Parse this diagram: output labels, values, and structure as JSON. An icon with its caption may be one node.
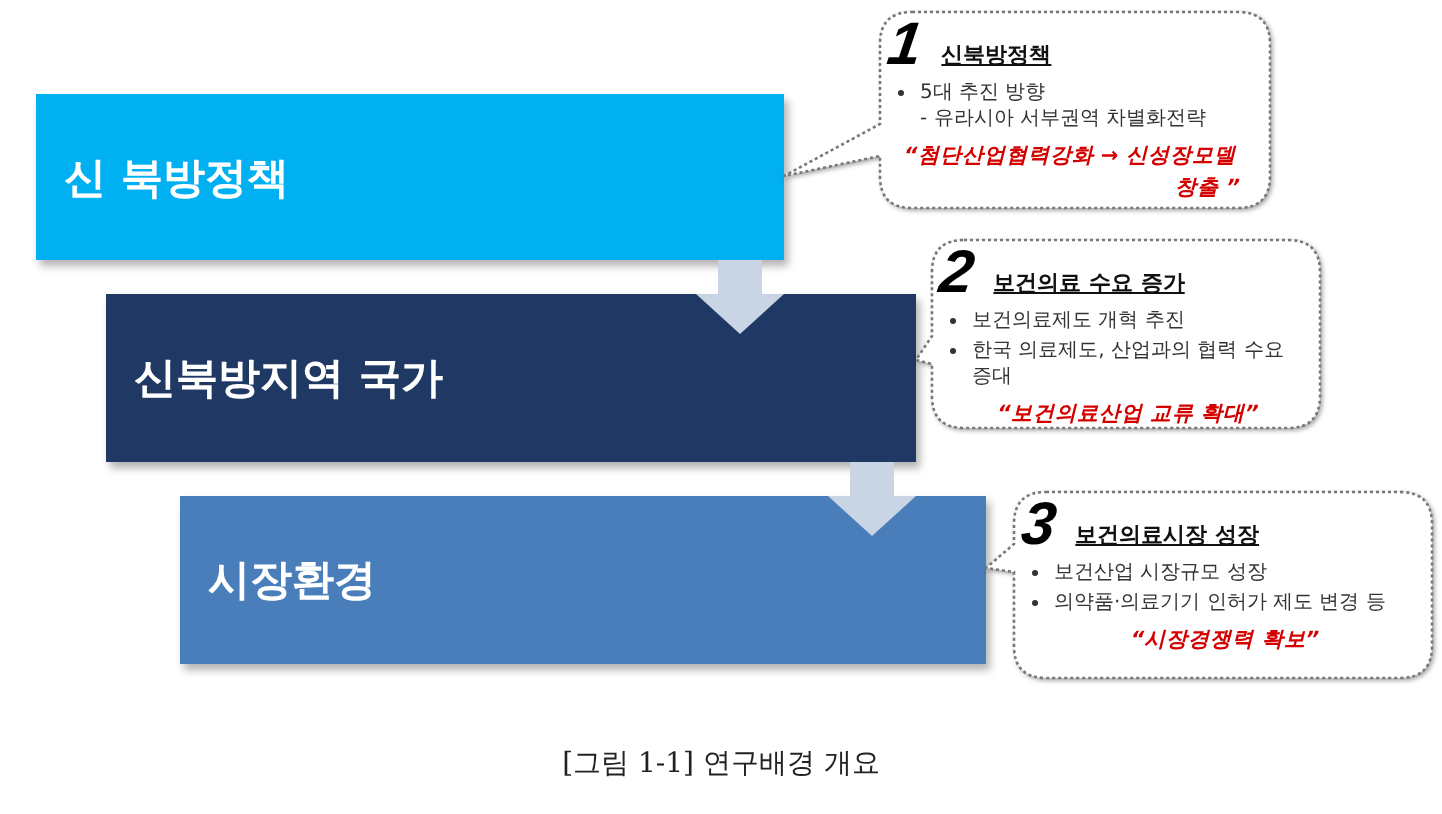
{
  "diagram": {
    "caption": "[그림 1-1] 연구배경 개요",
    "nodes": [
      {
        "text": [
          "신 북방정책"
        ]
      },
      {
        "text": [
          "신북방지역 국가"
        ]
      },
      {
        "text": [
          "시장환경"
        ]
      },
      {
        "text": [
          "1",
          "신북방정책",
          "5대 추진 방향",
          "- 유라시아 서부권역 차별화전략",
          "“첨단산업협력강화 → 신성장모델 창출 ”"
        ]
      },
      {
        "text": [
          "2",
          "보건의료 수요 증가",
          "보건의료제도 개혁 추진",
          "한국 의료제도, 산업과의 협력 수요 증대",
          "“보건의료산업 교류 확대”"
        ]
      },
      {
        "text": [
          "3",
          "보건의료시장 성장",
          "보건산업 시장규모 성장",
          "의약품·의료기기 인허가 제도 변경 등",
          "“시장경쟁력 확보”"
        ]
      }
    ],
    "edges": [
      {
        "from": 0,
        "to": 1,
        "arrow": "to"
      },
      {
        "from": 1,
        "to": 2,
        "arrow": "to"
      }
    ]
  }
}
